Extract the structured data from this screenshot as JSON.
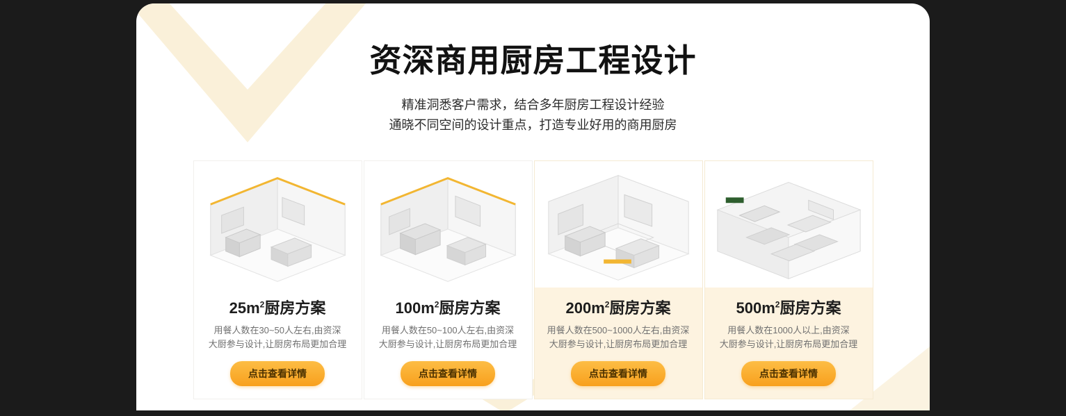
{
  "section": {
    "title": "资深商用厨房工程设计",
    "subtitle_line1": "精准洞悉客户需求，结合多年厨房工程设计经验",
    "subtitle_line2": "通晓不同空间的设计重点，打造专业好用的商用厨房"
  },
  "cards": [
    {
      "size": "25m",
      "sup": "2",
      "suffix": "厨房方案",
      "desc_line1": "用餐人数在30~50人左右,由资深",
      "desc_line2": "大厨参与设计,让厨房布局更加合理",
      "button": "点击查看详情",
      "image_name": "isometric-kitchen-render-25m2"
    },
    {
      "size": "100m",
      "sup": "2",
      "suffix": "厨房方案",
      "desc_line1": "用餐人数在50~100人左右,由资深",
      "desc_line2": "大厨参与设计,让厨房布局更加合理",
      "button": "点击查看详情",
      "image_name": "isometric-kitchen-render-100m2"
    },
    {
      "size": "200m",
      "sup": "2",
      "suffix": "厨房方案",
      "desc_line1": "用餐人数在500~1000人左右,由资深",
      "desc_line2": "大厨参与设计,让厨房布局更加合理",
      "button": "点击查看详情",
      "image_name": "isometric-kitchen-render-200m2"
    },
    {
      "size": "500m",
      "sup": "2",
      "suffix": "厨房方案",
      "desc_line1": "用餐人数在1000人以上,由资深",
      "desc_line2": "大厨参与设计,让厨房布局更加合理",
      "button": "点击查看详情",
      "image_name": "isometric-kitchen-render-500m2"
    }
  ],
  "colors": {
    "background_dark": "#1B1B1B",
    "panel_white": "#FFFFFF",
    "decor_cream": "#FAF0D9",
    "card_highlight": "#FDF3E0",
    "accent_orange": "#F9A21D",
    "button_gradient_top": "#FDBD45",
    "button_gradient_bottom": "#F8A01D",
    "button_text": "#4A3000",
    "title_text": "#121212",
    "desc_text": "#707070"
  }
}
